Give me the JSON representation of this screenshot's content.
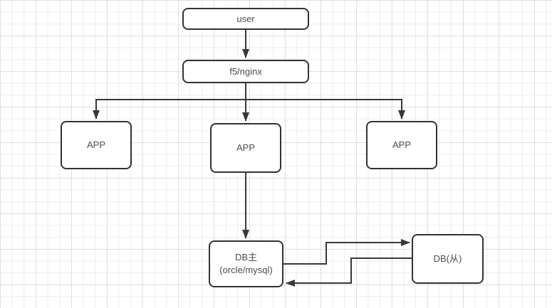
{
  "colors": {
    "background": "#ffffff",
    "grid_minor": "#ededed",
    "grid_major": "#e0e0e0",
    "node_border": "#333333",
    "node_fill": "#ffffff",
    "edge": "#383838",
    "text": "#4d4d4d"
  },
  "diagram": {
    "type": "flowchart",
    "nodes": {
      "user": {
        "label": "user"
      },
      "load_balancer": {
        "label": "f5/nginx"
      },
      "app_left": {
        "label": "APP"
      },
      "app_middle": {
        "label": "APP"
      },
      "app_right": {
        "label": "APP"
      },
      "db_master": {
        "label": "DB主",
        "sublabel": "(orcle/mysql)"
      },
      "db_slave": {
        "label": "DB(从)"
      }
    },
    "edges": [
      {
        "from": "user",
        "to": "load_balancer",
        "style": "straight-down-arrow"
      },
      {
        "from": "load_balancer",
        "to": "app_left",
        "style": "orthogonal-down-arrow"
      },
      {
        "from": "load_balancer",
        "to": "app_middle",
        "style": "straight-down-arrow"
      },
      {
        "from": "load_balancer",
        "to": "app_right",
        "style": "orthogonal-down-arrow"
      },
      {
        "from": "app_middle",
        "to": "db_master",
        "style": "straight-down-arrow"
      },
      {
        "from": "db_master",
        "to": "db_slave",
        "style": "orthogonal-right-arrow"
      },
      {
        "from": "db_slave",
        "to": "db_master",
        "style": "orthogonal-left-arrow"
      }
    ]
  }
}
